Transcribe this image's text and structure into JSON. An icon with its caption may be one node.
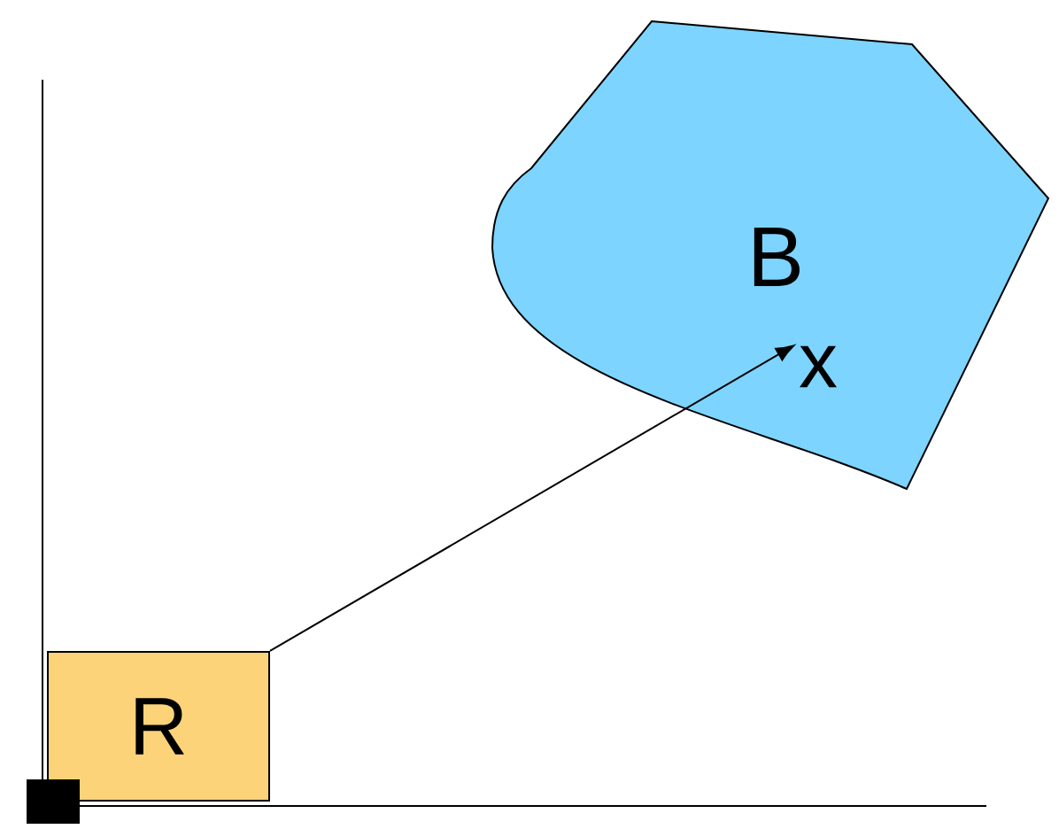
{
  "diagram": {
    "nodes": [
      {
        "text": [
          "R"
        ]
      },
      {
        "text": [
          "B"
        ]
      },
      {
        "text": [
          "x"
        ],
        "in": 1
      }
    ],
    "edges": [
      {
        "from": 0,
        "to": 2,
        "arrow": "to"
      }
    ]
  }
}
